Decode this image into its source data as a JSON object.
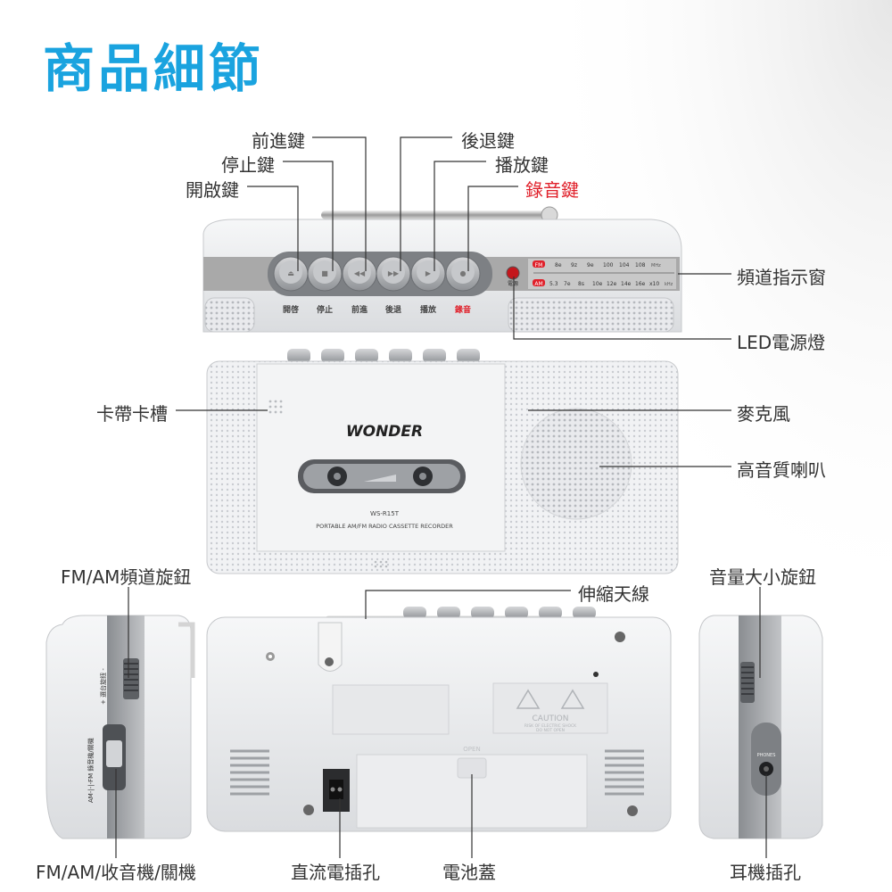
{
  "title": "商品細節",
  "labels": {
    "forward": "前進鍵",
    "rewind": "後退鍵",
    "stop": "停止鍵",
    "play": "播放鍵",
    "open": "開啟鍵",
    "record": "錄音鍵",
    "channel_window": "頻道指示窗",
    "led": "LED電源燈",
    "cassette_slot": "卡帶卡槽",
    "microphone": "麥克風",
    "speaker": "高音質喇叭",
    "tuning_knob": "FM/AM頻道旋鈕",
    "volume_knob": "音量大小旋鈕",
    "antenna": "伸縮天線",
    "mode_switch": "FM/AM/收音機/關機",
    "dc_jack": "直流電插孔",
    "battery_cover": "電池蓋",
    "earphone_jack": "耳機插孔"
  },
  "device": {
    "button_labels": [
      "開啓",
      "停止",
      "前進",
      "後退",
      "播放",
      "錄音"
    ],
    "button_symbols": [
      "⏏",
      "■",
      "◀◀",
      "▶▶",
      "▶",
      "●"
    ],
    "fm_band": "FM",
    "fm_scale": [
      "8e",
      "9z",
      "9e",
      "100",
      "104",
      "108"
    ],
    "fm_unit": "MHz",
    "am_band": "AM",
    "am_scale": [
      "5.3",
      "7e",
      "8s",
      "10e",
      "12e",
      "14e",
      "16e",
      "x10"
    ],
    "am_unit": "kHz",
    "led_caption": "電源",
    "brand": "WONDER",
    "model": "WS-R15T",
    "description": "PORTABLE AM/FM RADIO CASSETTE RECORDER",
    "caution": "CAUTION",
    "caution_sub1": "RISK OF ELECTRIC SHOCK",
    "caution_sub2": "DO NOT OPEN",
    "open_mark": "OPEN",
    "left_side_switch": "AM-|-|-FM  錄音機/關機",
    "left_side_tuning": "+ 選台旋鈕 -",
    "right_side_jack": "PHONES"
  },
  "colors": {
    "title": "#1aa3df",
    "record_label": "#e0202a",
    "band_strip": "#a9a9a9",
    "body": "#eceef0"
  }
}
